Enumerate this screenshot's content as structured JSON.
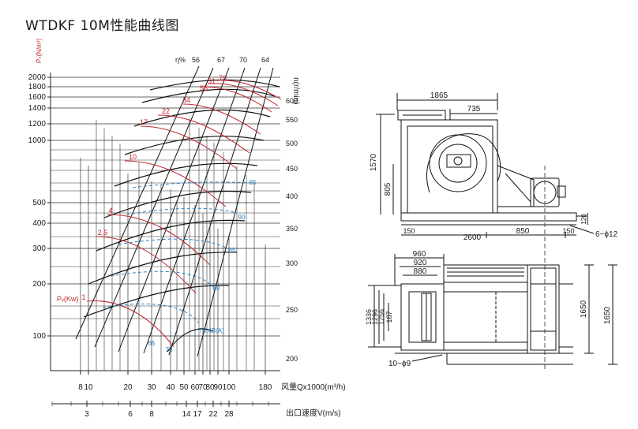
{
  "title": "WTDKF 10M性能曲线图",
  "axes": {
    "pressure_label": "Pₙ(N/m²)",
    "speed_label": "n(r/min)",
    "flow_label": "风量Qx1000(m³/h)",
    "velocity_label": "出口速度V(m/s)",
    "pressure_ticks": [
      "2000",
      "1800",
      "1600",
      "1400",
      "1200",
      "1000",
      "500",
      "400",
      "300",
      "200",
      "100"
    ],
    "flow_ticks": [
      "8",
      "10",
      "20",
      "30",
      "40",
      "50",
      "60",
      "70",
      "80",
      "90",
      "100",
      "180"
    ],
    "velocity_ticks": [
      "3",
      "6",
      "8",
      "14",
      "17",
      "22",
      "28"
    ],
    "speed_ticks": [
      "600",
      "550",
      "500",
      "450",
      "400",
      "350",
      "300",
      "250",
      "200"
    ]
  },
  "efficiency": {
    "label": "η%",
    "values": [
      "56",
      "67",
      "70",
      "64"
    ]
  },
  "power": {
    "label": "Pᵥ(Kw)",
    "values": [
      "1",
      "2.5",
      "4",
      "10",
      "17",
      "22",
      "34",
      "55",
      "51",
      "70"
    ]
  },
  "noise": {
    "values": [
      "95",
      "90",
      "85",
      "80",
      "75.4B(A)",
      "65",
      "70"
    ]
  },
  "dims_front": {
    "overall_width": "1865",
    "half_width": "735",
    "height": "1570",
    "shaft_height": "805",
    "base_height": "120",
    "left_margin": "150",
    "span": "2600",
    "motor_span": "850",
    "right_margin": "150",
    "bolts": "6−ϕ12"
  },
  "dims_top": {
    "w1": "960",
    "w2": "920",
    "w3": "880",
    "h1": "1336",
    "h2": "1296",
    "h3": "1256",
    "h4": "187",
    "depth_inner": "1650",
    "depth_outer": "1650",
    "bolts": "10−ϕ9"
  }
}
